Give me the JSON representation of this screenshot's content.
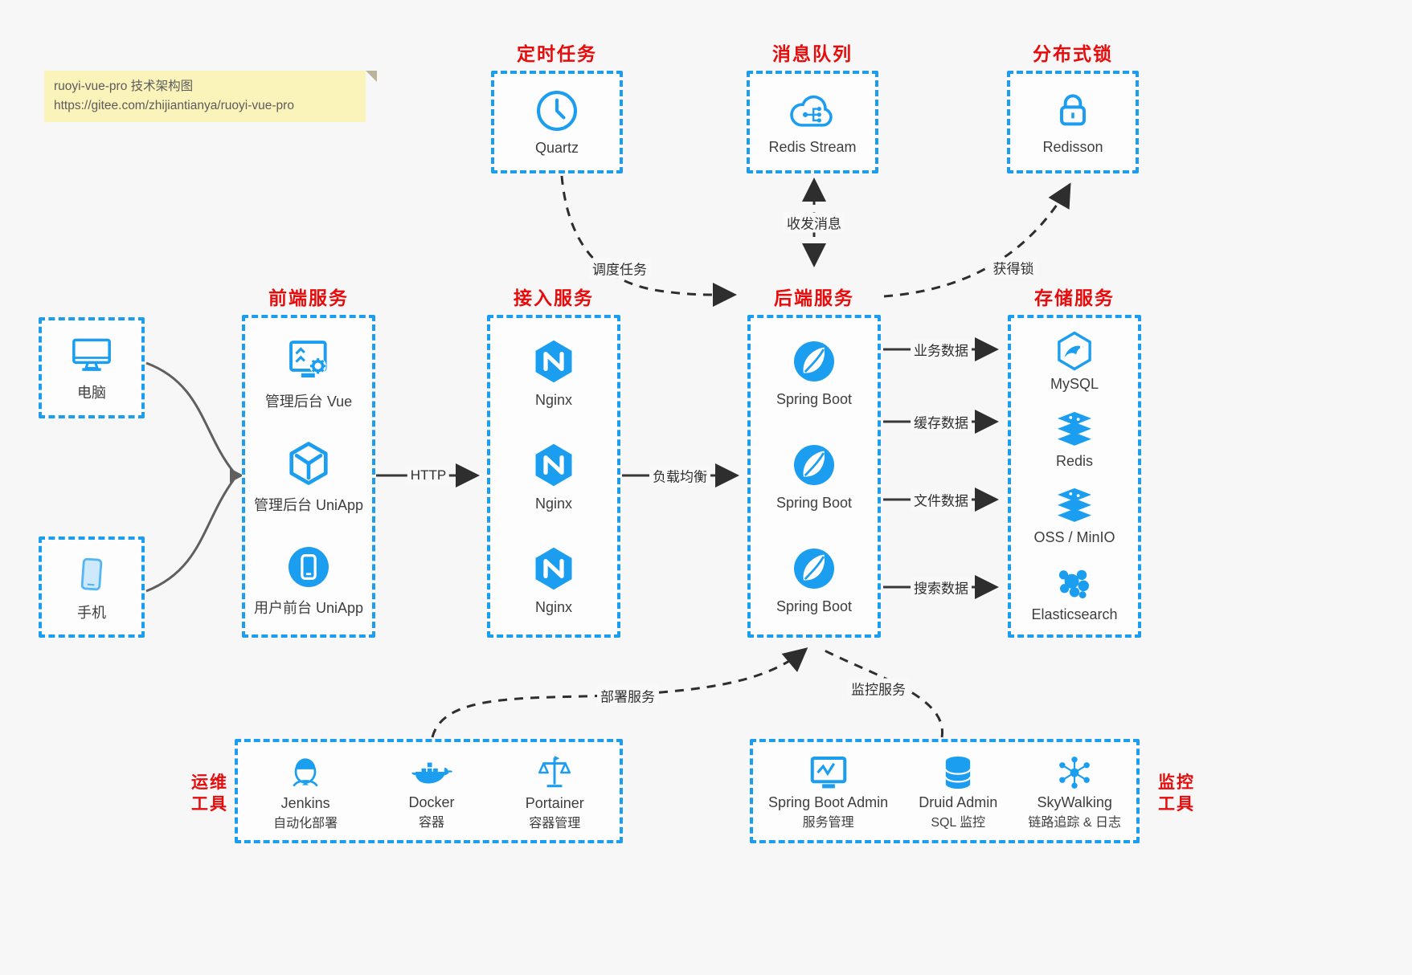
{
  "note": {
    "line1": "ruoyi-vue-pro 技术架构图",
    "line2": "https://gitee.com/zhijiantianya/ruoyi-vue-pro"
  },
  "colors": {
    "accent_blue": "#1b9ef0",
    "title_red": "#e60c0c",
    "arrow_dark": "#2e2e2e",
    "note_bg": "#faf3ba"
  },
  "top": {
    "scheduler": {
      "title": "定时任务",
      "item": "Quartz"
    },
    "mq": {
      "title": "消息队列",
      "item": "Redis Stream"
    },
    "lock": {
      "title": "分布式锁",
      "item": "Redisson"
    }
  },
  "clients": {
    "pc": "电脑",
    "mobile": "手机"
  },
  "frontend": {
    "title": "前端服务",
    "items": [
      "管理后台 Vue",
      "管理后台 UniApp",
      "用户前台 UniApp"
    ]
  },
  "gateway": {
    "title": "接入服务",
    "items": [
      "Nginx",
      "Nginx",
      "Nginx"
    ]
  },
  "backend": {
    "title": "后端服务",
    "items": [
      "Spring Boot",
      "Spring Boot",
      "Spring Boot"
    ]
  },
  "storage": {
    "title": "存储服务",
    "items": [
      "MySQL",
      "Redis",
      "OSS / MinIO",
      "Elasticsearch"
    ]
  },
  "ops": {
    "title_line1": "运维",
    "title_line2": "工具",
    "items": [
      {
        "name": "Jenkins",
        "desc": "自动化部署"
      },
      {
        "name": "Docker",
        "desc": "容器"
      },
      {
        "name": "Portainer",
        "desc": "容器管理"
      }
    ]
  },
  "monitor": {
    "title_line1": "监控",
    "title_line2": "工具",
    "items": [
      {
        "name": "Spring Boot Admin",
        "desc": "服务管理"
      },
      {
        "name": "Druid Admin",
        "desc": "SQL 监控"
      },
      {
        "name": "SkyWalking",
        "desc": "链路追踪 & 日志"
      }
    ]
  },
  "edges": {
    "http": "HTTP",
    "lb": "负载均衡",
    "schedule": "调度任务",
    "message": "收发消息",
    "get_lock": "获得锁",
    "biz": "业务数据",
    "cache": "缓存数据",
    "file": "文件数据",
    "search": "搜索数据",
    "deploy": "部署服务",
    "monitor": "监控服务"
  }
}
